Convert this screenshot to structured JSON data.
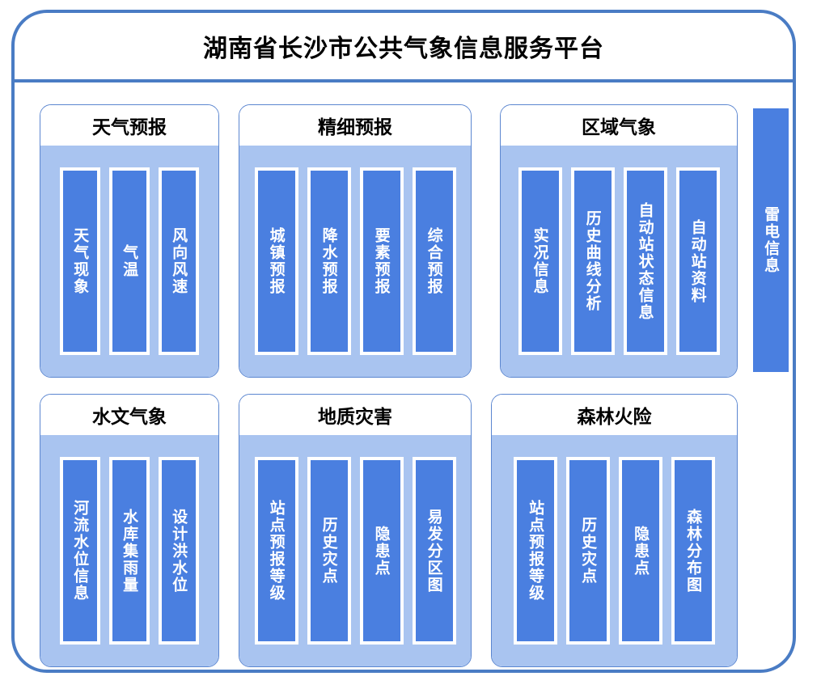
{
  "header": {
    "title": "湖南省长沙市公共气象信息服务平台"
  },
  "panels": [
    {
      "title": "天气预报",
      "items": [
        {
          "label": "天气现象"
        },
        {
          "label": "气温"
        },
        {
          "label": "风向风速"
        }
      ]
    },
    {
      "title": "精细预报",
      "items": [
        {
          "label": "城镇预报"
        },
        {
          "label": "降水预报"
        },
        {
          "label": "要素预报"
        },
        {
          "label": "综合预报"
        }
      ]
    },
    {
      "title": "区域气象",
      "items": [
        {
          "label": "实况信息"
        },
        {
          "label": "历史曲线分析"
        },
        {
          "label": "自动站状态信息"
        },
        {
          "label": "自动站资料"
        }
      ]
    },
    {
      "title": "水文气象",
      "items": [
        {
          "label": "河流水位信息"
        },
        {
          "label": "水库集雨量"
        },
        {
          "label": "设计洪水位"
        }
      ]
    },
    {
      "title": "地质灾害",
      "items": [
        {
          "label": "站点预报等级"
        },
        {
          "label": "历史灾点"
        },
        {
          "label": "隐患点"
        },
        {
          "label": "易发分区图"
        }
      ]
    },
    {
      "title": "森林火险",
      "items": [
        {
          "label": "站点预报等级"
        },
        {
          "label": "历史灾点"
        },
        {
          "label": "隐患点"
        },
        {
          "label": "森林分布图"
        }
      ]
    }
  ],
  "standalone": {
    "label": "雷电信息"
  },
  "colors": {
    "frame_border": "#4a7cc4",
    "panel_border": "#5b86d0",
    "panel_body": "#a9c4f0",
    "bar_fill": "#4a7fe0",
    "bar_border": "#ffffff",
    "title_text": "#000000",
    "bar_text": "#ffffff"
  }
}
